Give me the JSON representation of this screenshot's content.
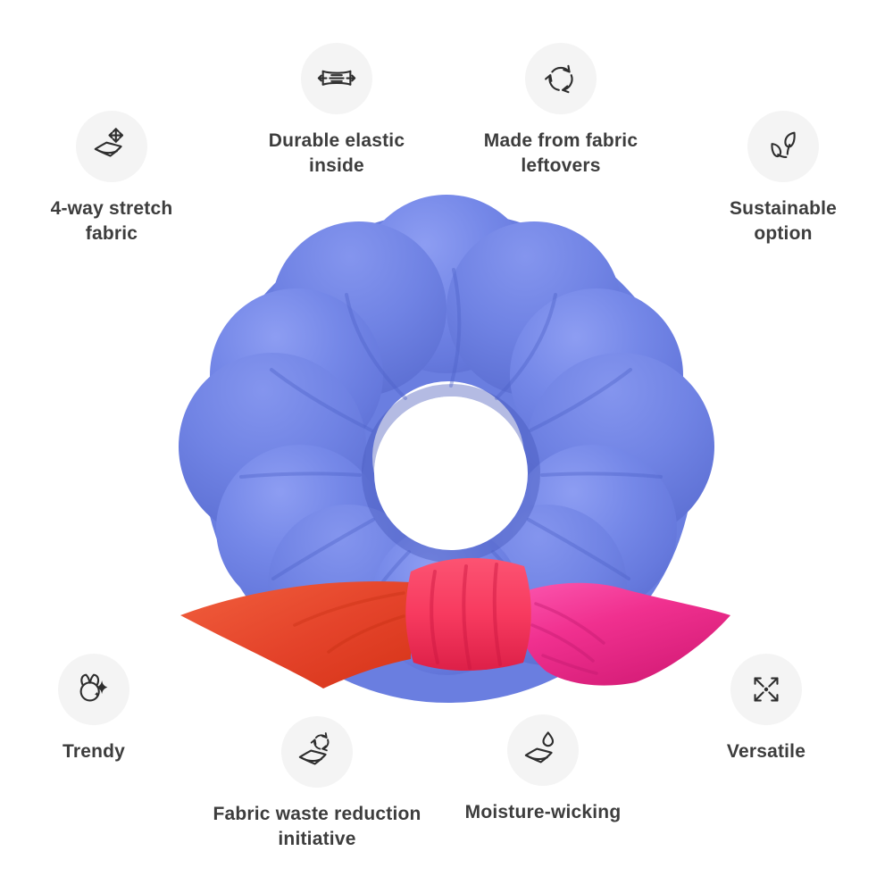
{
  "background_color": "#ffffff",
  "product": {
    "description": "scrunchie with bow",
    "colors": {
      "body_blue": "#7488e6",
      "body_blue_highlight": "#8a9af0",
      "body_blue_shadow": "#4e61c8",
      "bow_left_tail_red": "#e8432b",
      "bow_knot_pink_red": "#f73a5f",
      "bow_right_tail_magenta": "#ee2d8d",
      "icon_circle_bg": "#f4f4f4",
      "icon_stroke": "#2e2e2e",
      "label_text": "#3d3d3d"
    }
  },
  "features": [
    {
      "id": "stretch",
      "icon": "fabric-stretch-icon",
      "lines": [
        "4-way stretch",
        "fabric"
      ]
    },
    {
      "id": "elastic",
      "icon": "elastic-band-icon",
      "lines": [
        "Durable elastic",
        "inside"
      ]
    },
    {
      "id": "leftovers",
      "icon": "recycle-arrows-icon",
      "lines": [
        "Made from fabric",
        "leftovers"
      ]
    },
    {
      "id": "sustainable",
      "icon": "leaves-icon",
      "lines": [
        "Sustainable",
        "option"
      ]
    },
    {
      "id": "trendy",
      "icon": "scrunchie-sparkle-icon",
      "lines": [
        "Trendy",
        ""
      ]
    },
    {
      "id": "waste",
      "icon": "fabric-recycle-icon",
      "lines": [
        "Fabric waste reduction",
        "initiative"
      ]
    },
    {
      "id": "moisture",
      "icon": "fabric-droplet-icon",
      "lines": [
        "Moisture-wicking",
        ""
      ]
    },
    {
      "id": "versatile",
      "icon": "expand-arrows-icon",
      "lines": [
        "Versatile",
        ""
      ]
    }
  ]
}
